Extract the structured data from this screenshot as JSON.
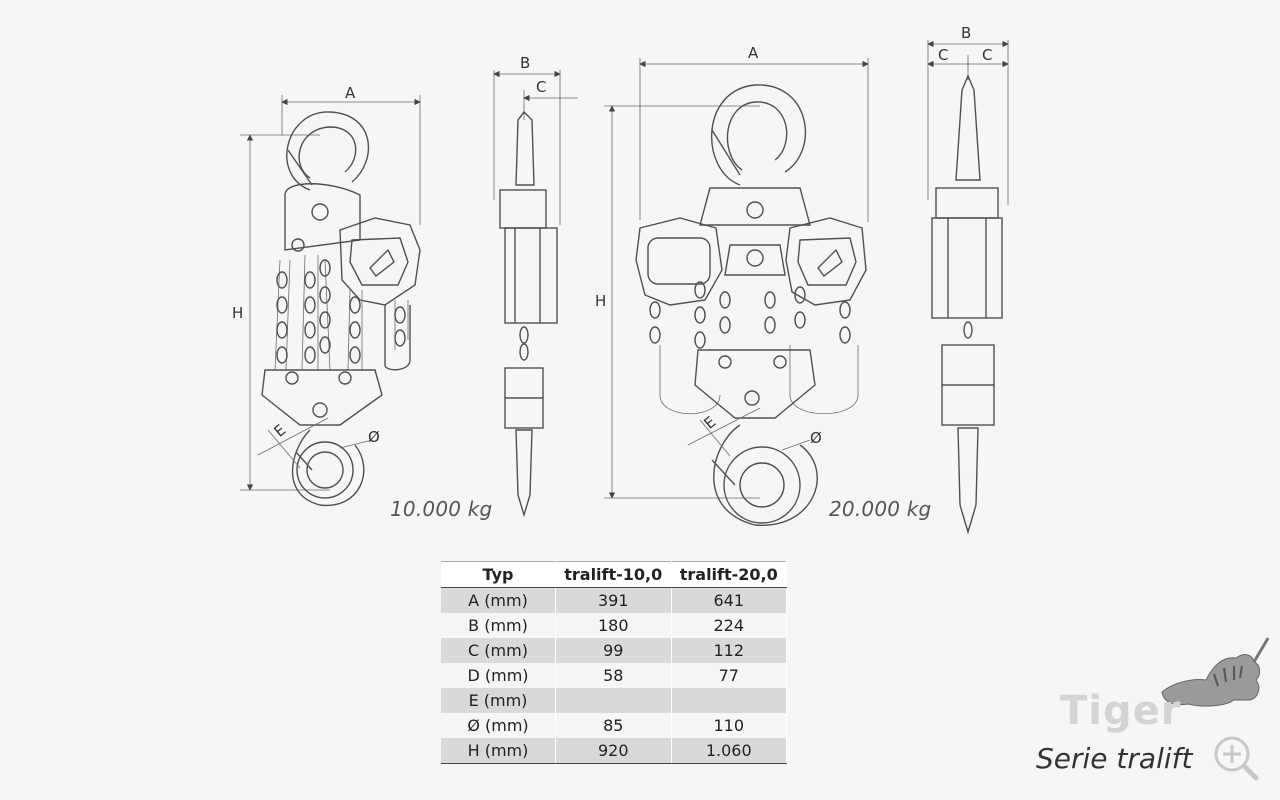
{
  "captions": {
    "left_weight": "10.000 kg",
    "right_weight": "20.000 kg"
  },
  "dims": {
    "A": "A",
    "B": "B",
    "C": "C",
    "H": "H",
    "E": "E",
    "O": "Ø"
  },
  "table": {
    "headers": [
      "Typ",
      "tralift-10,0",
      "tralift-20,0"
    ],
    "rows": [
      [
        "A (mm)",
        "391",
        "641"
      ],
      [
        "B (mm)",
        "180",
        "224"
      ],
      [
        "C (mm)",
        "99",
        "112"
      ],
      [
        "D (mm)",
        "58",
        "77"
      ],
      [
        "E (mm)",
        "",
        ""
      ],
      [
        "Ø (mm)",
        "85",
        "110"
      ],
      [
        "H (mm)",
        "920",
        "1.060"
      ]
    ]
  },
  "brand": {
    "logo_text": "Tiger",
    "series": "Serie tralift",
    "zoom_icon": "zoom-in-icon",
    "tiger_icon": "tiger-icon"
  }
}
